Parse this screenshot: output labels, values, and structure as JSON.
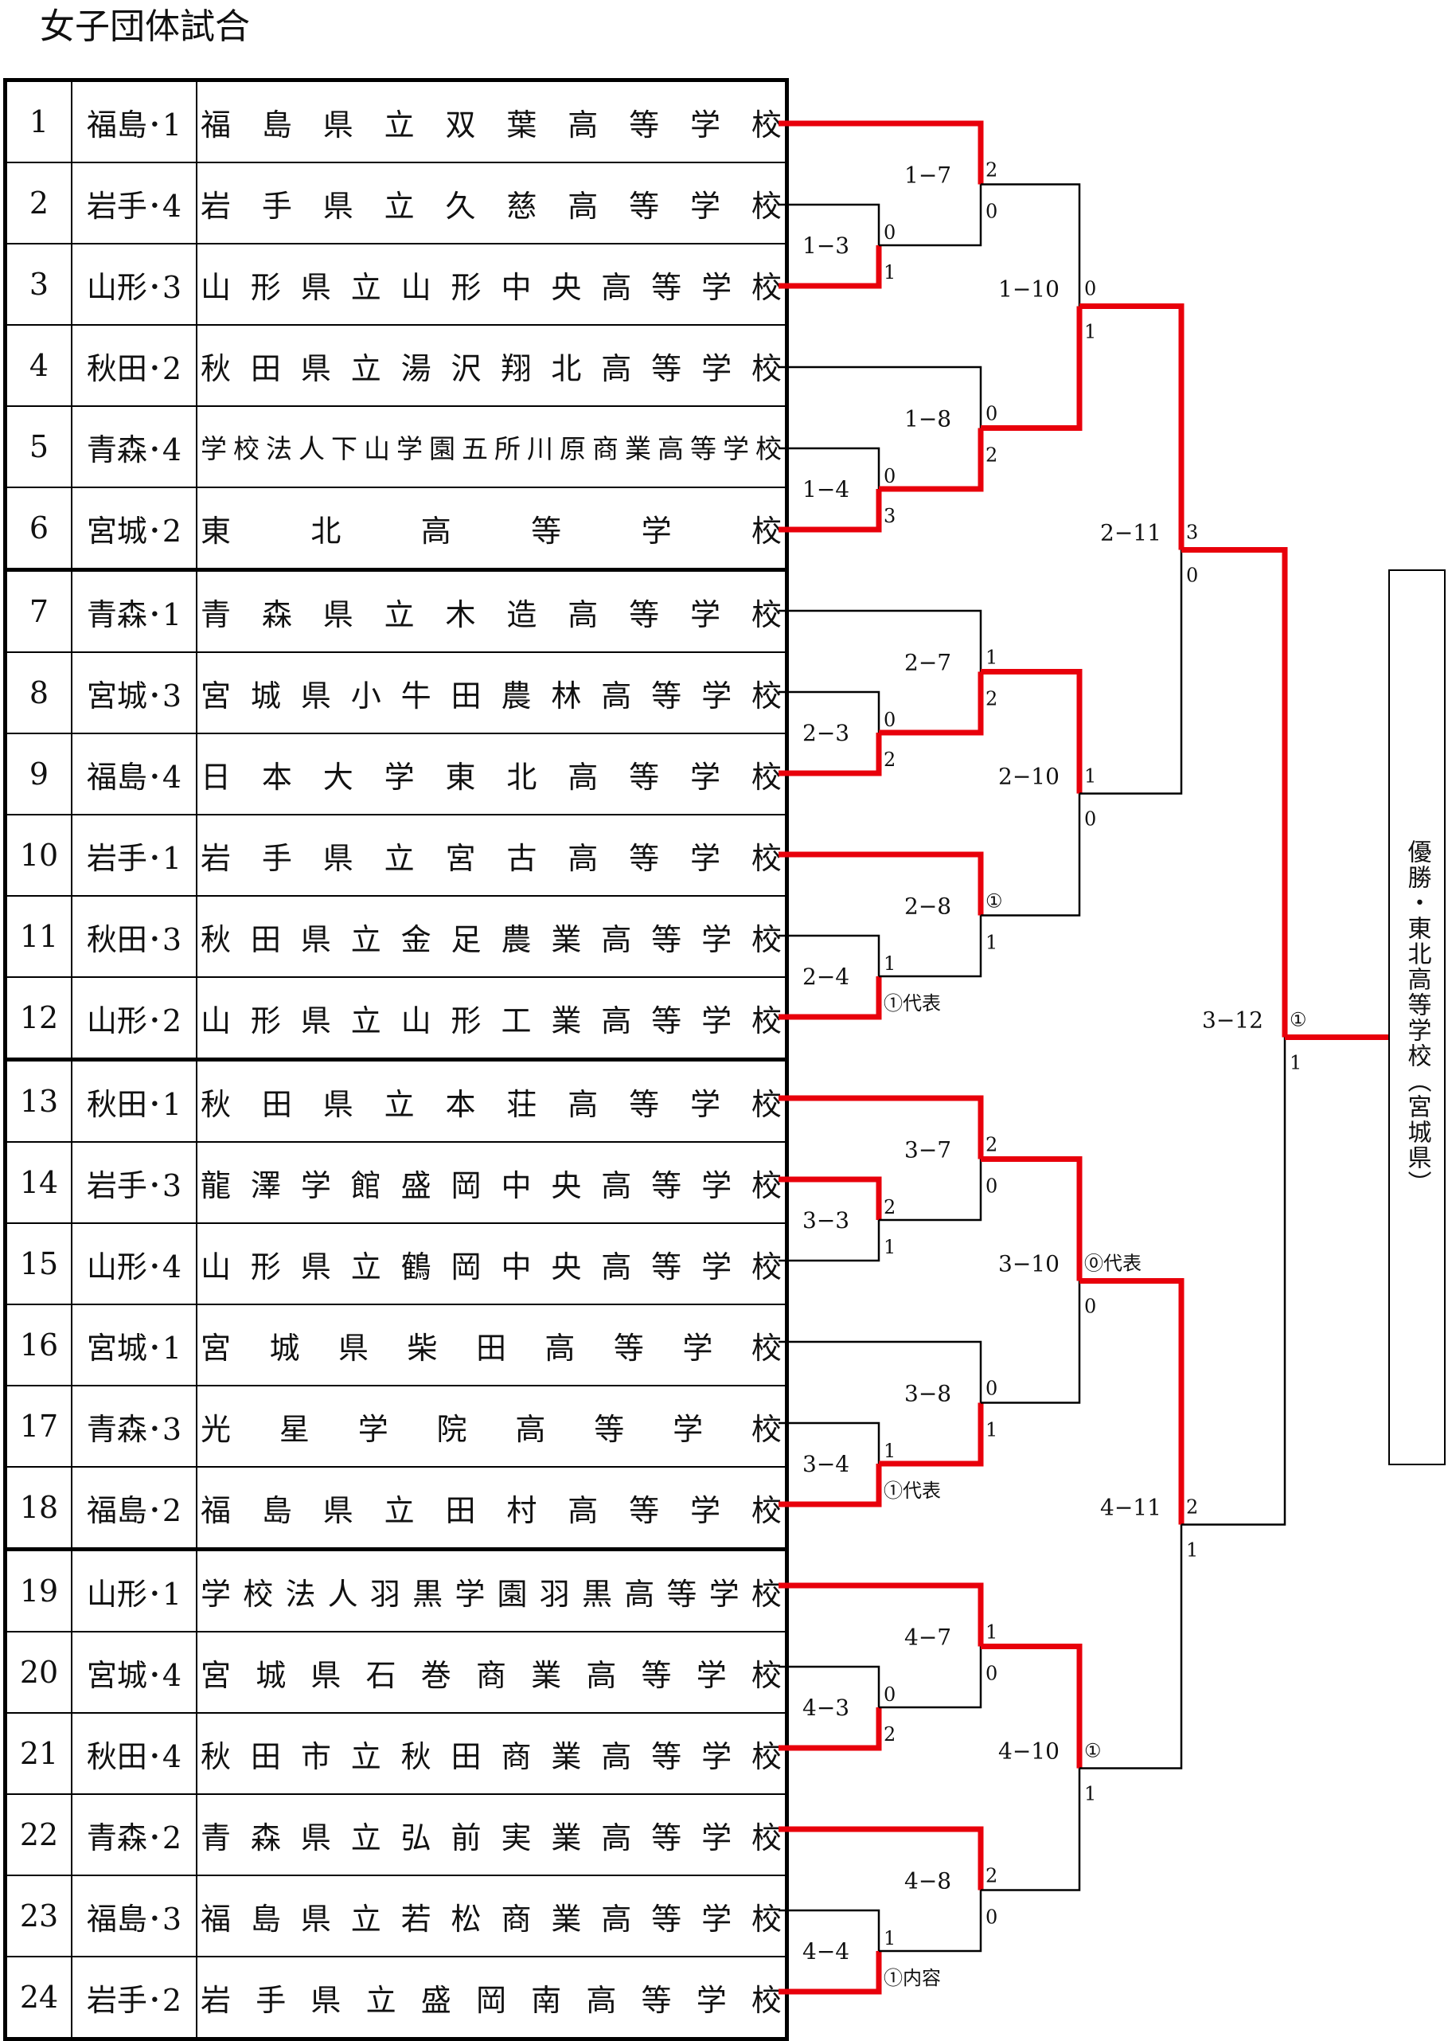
{
  "title": "女子団体試合",
  "entries": [
    {
      "no": "1",
      "pref": "福島･1",
      "school": "福島県立双葉高等学校"
    },
    {
      "no": "2",
      "pref": "岩手･4",
      "school": "岩手県立久慈高等学校"
    },
    {
      "no": "3",
      "pref": "山形･3",
      "school": "山形県立山形中央高等学校"
    },
    {
      "no": "4",
      "pref": "秋田･2",
      "school": "秋田県立湯沢翔北高等学校"
    },
    {
      "no": "5",
      "pref": "青森･4",
      "school": "学校法人下山学園五所川原商業高等学校"
    },
    {
      "no": "6",
      "pref": "宮城･2",
      "school": "東北高等学校"
    },
    {
      "no": "7",
      "pref": "青森･1",
      "school": "青森県立木造高等学校"
    },
    {
      "no": "8",
      "pref": "宮城･3",
      "school": "宮城県小牛田農林高等学校"
    },
    {
      "no": "9",
      "pref": "福島･4",
      "school": "日本大学東北高等学校"
    },
    {
      "no": "10",
      "pref": "岩手･1",
      "school": "岩手県立宮古高等学校"
    },
    {
      "no": "11",
      "pref": "秋田･3",
      "school": "秋田県立金足農業高等学校"
    },
    {
      "no": "12",
      "pref": "山形･2",
      "school": "山形県立山形工業高等学校"
    },
    {
      "no": "13",
      "pref": "秋田･1",
      "school": "秋田県立本荘高等学校"
    },
    {
      "no": "14",
      "pref": "岩手･3",
      "school": "龍澤学館盛岡中央高等学校"
    },
    {
      "no": "15",
      "pref": "山形･4",
      "school": "山形県立鶴岡中央高等学校"
    },
    {
      "no": "16",
      "pref": "宮城･1",
      "school": "宮城県柴田高等学校"
    },
    {
      "no": "17",
      "pref": "青森･3",
      "school": "光星学院高等学校"
    },
    {
      "no": "18",
      "pref": "福島･2",
      "school": "福島県立田村高等学校"
    },
    {
      "no": "19",
      "pref": "山形･1",
      "school": "学校法人羽黒学園羽黒高等学校"
    },
    {
      "no": "20",
      "pref": "宮城･4",
      "school": "宮城県石巻商業高等学校"
    },
    {
      "no": "21",
      "pref": "秋田･4",
      "school": "秋田市立秋田商業高等学校"
    },
    {
      "no": "22",
      "pref": "青森･2",
      "school": "青森県立弘前実業高等学校"
    },
    {
      "no": "23",
      "pref": "福島･3",
      "school": "福島県立若松商業高等学校"
    },
    {
      "no": "24",
      "pref": "岩手･2",
      "school": "岩手県立盛岡南高等学校"
    }
  ],
  "matches": [
    {
      "id": "1−3",
      "s1": "0",
      "s2": "1"
    },
    {
      "id": "1−7",
      "s1": "2",
      "s2": "0"
    },
    {
      "id": "1−4",
      "s1": "0",
      "s2": "3"
    },
    {
      "id": "1−8",
      "s1": "0",
      "s2": "2"
    },
    {
      "id": "1−10",
      "s1": "0",
      "s2": "1"
    },
    {
      "id": "2−3",
      "s1": "0",
      "s2": "2"
    },
    {
      "id": "2−7",
      "s1": "1",
      "s2": "2"
    },
    {
      "id": "2−4",
      "s1": "1",
      "s2": "①代表"
    },
    {
      "id": "2−8",
      "s1": "①",
      "s2": "1"
    },
    {
      "id": "2−10",
      "s1": "1",
      "s2": "0"
    },
    {
      "id": "2−11",
      "s1": "3",
      "s2": "0"
    },
    {
      "id": "3−3",
      "s1": "2",
      "s2": "1"
    },
    {
      "id": "3−7",
      "s1": "2",
      "s2": "0"
    },
    {
      "id": "3−4",
      "s1": "1",
      "s2": "①代表"
    },
    {
      "id": "3−8",
      "s1": "0",
      "s2": "1"
    },
    {
      "id": "3−10",
      "s1": "⓪代表",
      "s2": "0"
    },
    {
      "id": "4−3",
      "s1": "0",
      "s2": "2"
    },
    {
      "id": "4−7",
      "s1": "1",
      "s2": "0"
    },
    {
      "id": "4−4",
      "s1": "1",
      "s2": "①内容"
    },
    {
      "id": "4−8",
      "s1": "2",
      "s2": "0"
    },
    {
      "id": "4−10",
      "s1": "①",
      "s2": "1"
    },
    {
      "id": "4−11",
      "s1": "2",
      "s2": "1"
    },
    {
      "id": "3−12",
      "s1": "①",
      "s2": "1"
    }
  ],
  "champion": "優勝・東北高等学校（宮城県）",
  "colors": {
    "winner_line": "#e8000b",
    "line": "#000000"
  }
}
